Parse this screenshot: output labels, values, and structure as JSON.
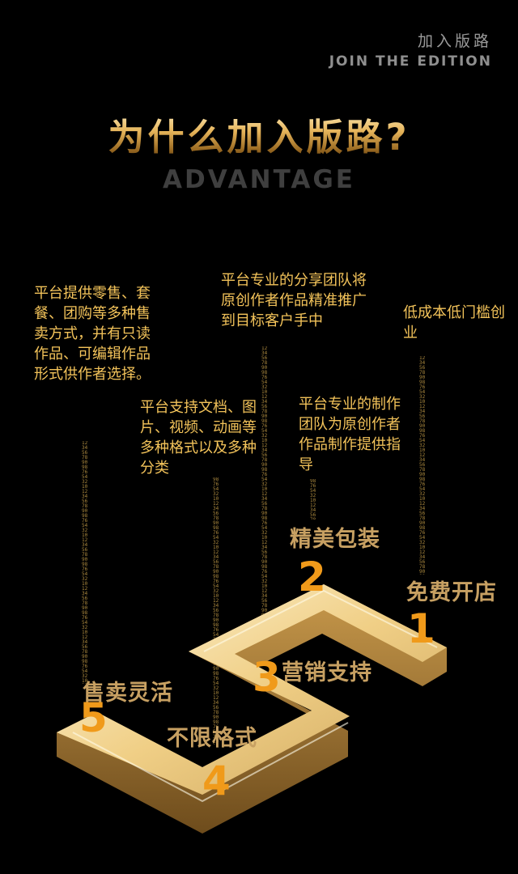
{
  "header": {
    "top_title": "加入版路",
    "top_subtitle": "JOIN THE EDITION",
    "headline": "为什么加入版路?",
    "subheadline": "ADVANTAGE"
  },
  "advantages": [
    {
      "number": "1",
      "title": "免费开店",
      "description": "低成本低门槛创业"
    },
    {
      "number": "2",
      "title": "精美包装",
      "description": "平台专业的制作团队为原创作者作品制作提供指导"
    },
    {
      "number": "3",
      "title": "营销支持",
      "description": "平台专业的分享团队将原创作者作品精准推广到目标客户手中"
    },
    {
      "number": "4",
      "title": "不限格式",
      "description": "平台支持文档、图片、视频、动画等多种格式以及多种分类"
    },
    {
      "number": "5",
      "title": "售卖灵活",
      "description": "平台提供零售、套餐、团购等多种售卖方式，并有只读作品、可编辑作品形式供作者选择。"
    }
  ],
  "colors": {
    "background": "#000000",
    "accent_orange": "#f09a1a",
    "description_gold": "#f3c35a",
    "title_gold": "#c7a062"
  }
}
